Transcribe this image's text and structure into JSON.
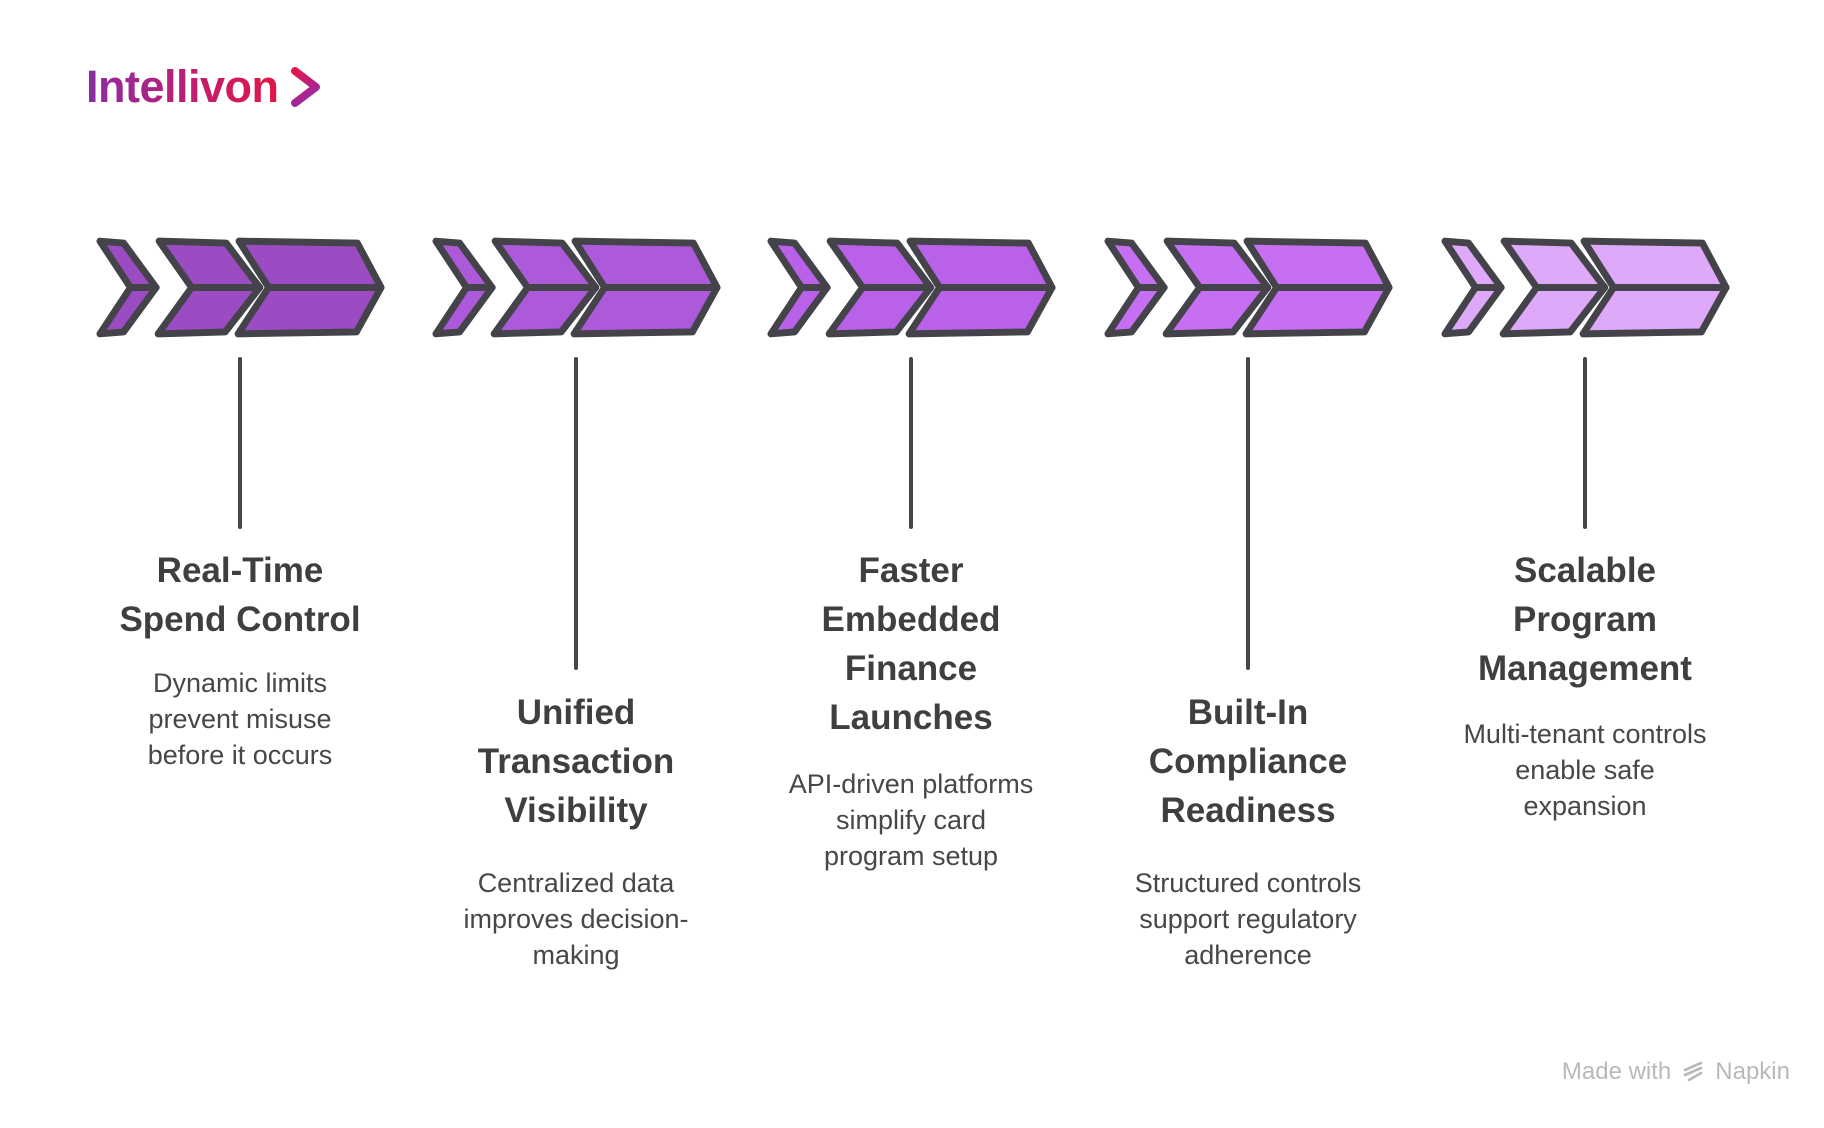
{
  "brand": {
    "logo_text": "Intellivon",
    "logo_gradient_start": "#8A2CA4",
    "logo_gradient_end": "#E31646"
  },
  "groups": [
    {
      "title": "Real-Time\nSpend Control",
      "description": "Dynamic limits\nprevent misuse\nbefore it occurs",
      "color": "#9C4CC2"
    },
    {
      "title": "Unified\nTransaction\nVisibility",
      "description": "Centralized data\nimproves decision-\nmaking",
      "color": "#AC59DA"
    },
    {
      "title": "Faster\nEmbedded\nFinance\nLaunches",
      "description": "API-driven platforms\nsimplify card\nprogram setup",
      "color": "#B961E8"
    },
    {
      "title": "Built-In\nCompliance\nReadiness",
      "description": "Structured controls\nsupport regulatory\nadherence",
      "color": "#C76FF2"
    },
    {
      "title": "Scalable\nProgram\nManagement",
      "description": "Multi-tenant controls\nenable safe\nexpansion",
      "color": "#DEA9F8"
    }
  ],
  "footer": {
    "credit_text": "Made with",
    "brand_text": "Napkin"
  },
  "colors": {
    "shape_outline": "#434349",
    "connector_line": "#474747",
    "title_text": "#3F3F3F",
    "description_text": "#474747",
    "credit_text": "#B9B9B9",
    "background": "#FFFFFF"
  }
}
